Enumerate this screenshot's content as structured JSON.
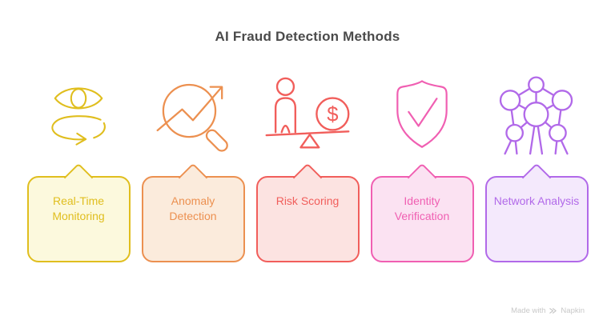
{
  "title": "AI Fraud Detection Methods",
  "methods": [
    {
      "label": "Real-Time Monitoring",
      "icon": "eye-rotation-monitoring-icon",
      "accent": "#E0BE1E",
      "background": "#FCF9DD"
    },
    {
      "label": "Anomaly Detection",
      "icon": "magnifier-trend-arrow-icon",
      "accent": "#EC9050",
      "background": "#FBEBDC"
    },
    {
      "label": "Risk Scoring",
      "icon": "balance-scale-dollar-icon",
      "accent": "#F15E5B",
      "background": "#FCE3E1",
      "symbol": "$"
    },
    {
      "label": "Identity Verification",
      "icon": "shield-checkmark-icon",
      "accent": "#F05FB2",
      "background": "#FBE2F2"
    },
    {
      "label": "Network Analysis",
      "icon": "network-graph-icon",
      "accent": "#B169E9",
      "background": "#F4E9FC"
    }
  ],
  "watermark": {
    "text": "Made with",
    "brand": "Napkin"
  },
  "colors": {
    "title": "#4A4A4A",
    "watermark": "#C8C8C8",
    "page_background": "#FFFFFF"
  }
}
